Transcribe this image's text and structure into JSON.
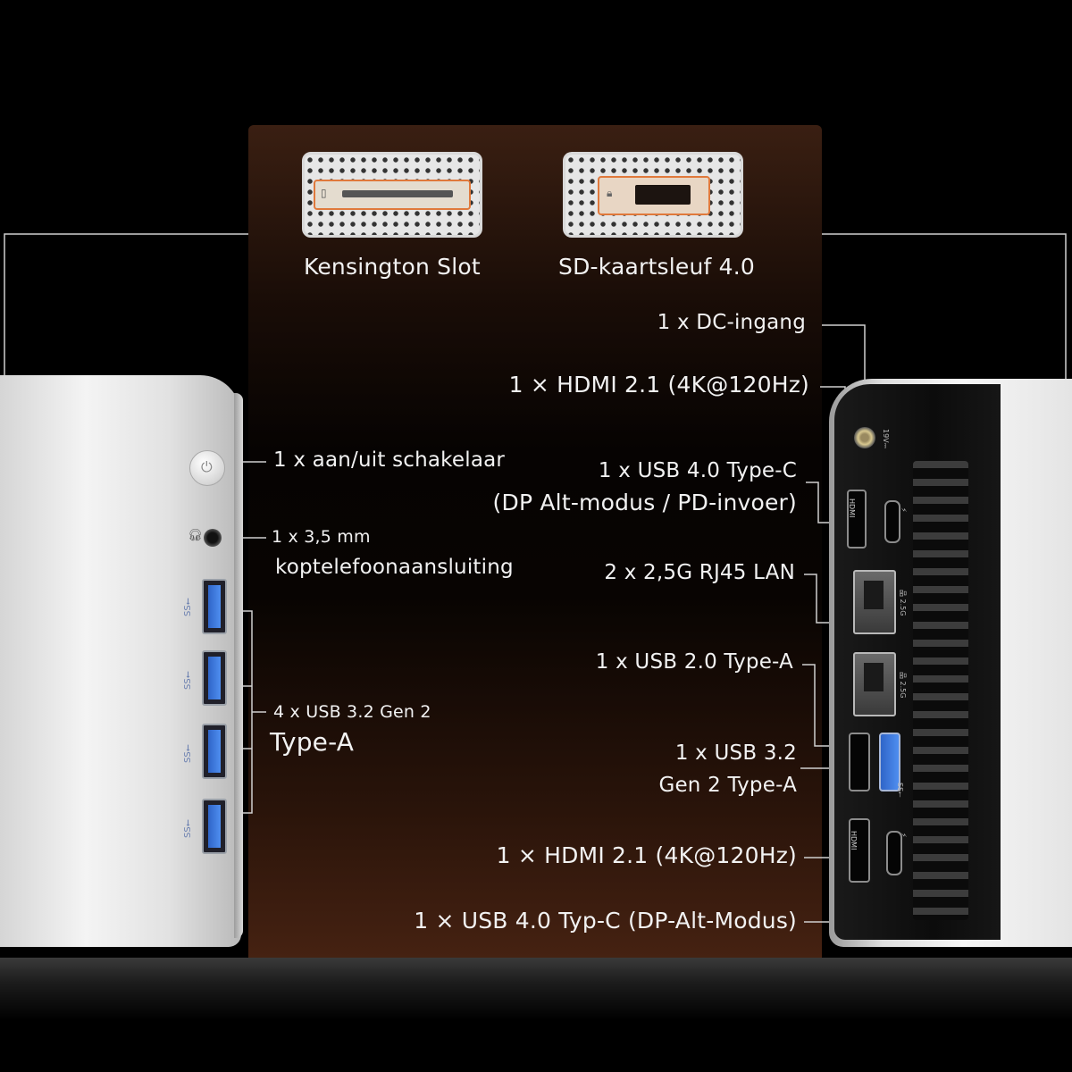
{
  "top_cards": {
    "left_label": "Kensington Slot",
    "right_label": "SD-kaartsleuf 4.0"
  },
  "left_side": {
    "power": "1 x aan/uit schakelaar",
    "audio_line1": "1 x 3,5 mm",
    "audio_line2": "koptelefoonaansluiting",
    "usb_line1": "4 x USB 3.2 Gen 2",
    "usb_line2": "Type-A"
  },
  "right_side": {
    "dc": "1 x DC-ingang",
    "hdmi_top": "1 × HDMI 2.1 (4K@120Hz)",
    "usb4_line1": "1 x USB 4.0 Type-C",
    "usb4_line2": "(DP Alt-modus / PD-invoer)",
    "lan": "2 x 2,5G RJ45 LAN",
    "usb20": "1 x USB 2.0 Type-A",
    "usb32_line1": "1 x USB 3.2",
    "usb32_line2": "Gen 2 Type-A",
    "hdmi_bottom": "1 × HDMI 2.1 (4K@120Hz)",
    "usb4_bottom": "1 × USB 4.0 Typ-C (DP-Alt-Modus)"
  },
  "colors": {
    "background": "#000000",
    "highlight": "#e0793c",
    "usb_blue": "#3a78dc"
  },
  "icons": [
    "sd-card-icon",
    "kensington-lock-icon",
    "power-icon",
    "headphone-icon",
    "usb-icon",
    "hdmi-icon",
    "ethernet-icon",
    "thunderbolt-icon",
    "dc-power-icon"
  ]
}
